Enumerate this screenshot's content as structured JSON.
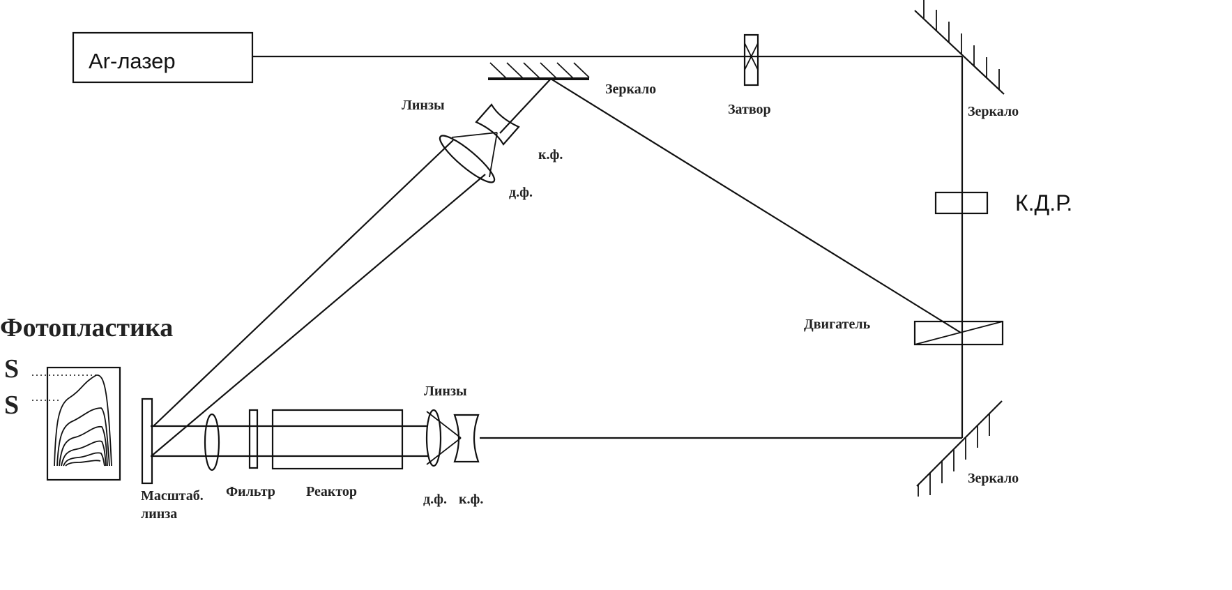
{
  "labels": {
    "laser": "Ar-лазер",
    "mirror_top": "Зеркало",
    "shutter": "Затвор",
    "mirror_right_top": "Зеркало",
    "lenses_top": "Линзы",
    "kf_top": "к.ф.",
    "df_top": "д.ф.",
    "kdr": "К.Д.Р.",
    "motor": "Двигатель",
    "photoplastic": "Фотопластика",
    "s1": "S",
    "s2": "S",
    "lenses_bottom": "Линзы",
    "scale_lens_1": "Масштаб.",
    "scale_lens_2": "линза",
    "filter": "Фильтр",
    "reactor": "Реактор",
    "df_bottom": "д.ф.",
    "kf_bottom": "к.ф.",
    "mirror_bottom": "Зеркало"
  }
}
